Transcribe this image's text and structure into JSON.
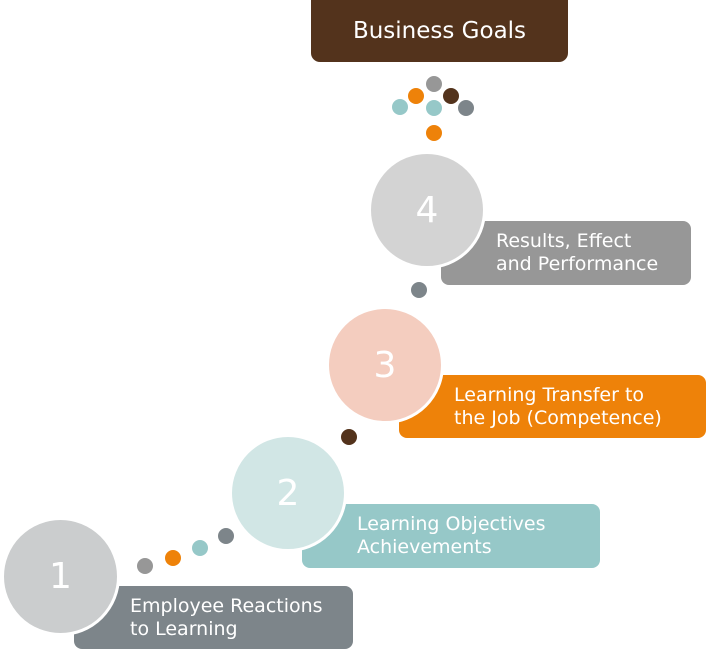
{
  "title": "Business Goals",
  "colors": {
    "brown": "#53331c",
    "orange": "#ee8209",
    "teal": "#96c8c8",
    "slate": "#7d858a",
    "gray": "#979797",
    "light_gray": "#cfd1d1"
  },
  "levels": [
    {
      "number": "1",
      "label_line1": "Employee Reactions",
      "label_line2": "to Learning",
      "circle_color": "#cbcdce",
      "box_color": "#7d858a"
    },
    {
      "number": "2",
      "label_line1": "Learning Objectives",
      "label_line2": "Achievements",
      "circle_color": "#d1e6e5",
      "box_color": "#96c8c8"
    },
    {
      "number": "3",
      "label_line1": "Learning Transfer to",
      "label_line2": "the Job (Competence)",
      "circle_color": "#f4cdbf",
      "box_color": "#ee8209"
    },
    {
      "number": "4",
      "label_line1": "Results, Effect",
      "label_line2": "and Performance",
      "circle_color": "#d3d3d3",
      "box_color": "#979797"
    }
  ]
}
